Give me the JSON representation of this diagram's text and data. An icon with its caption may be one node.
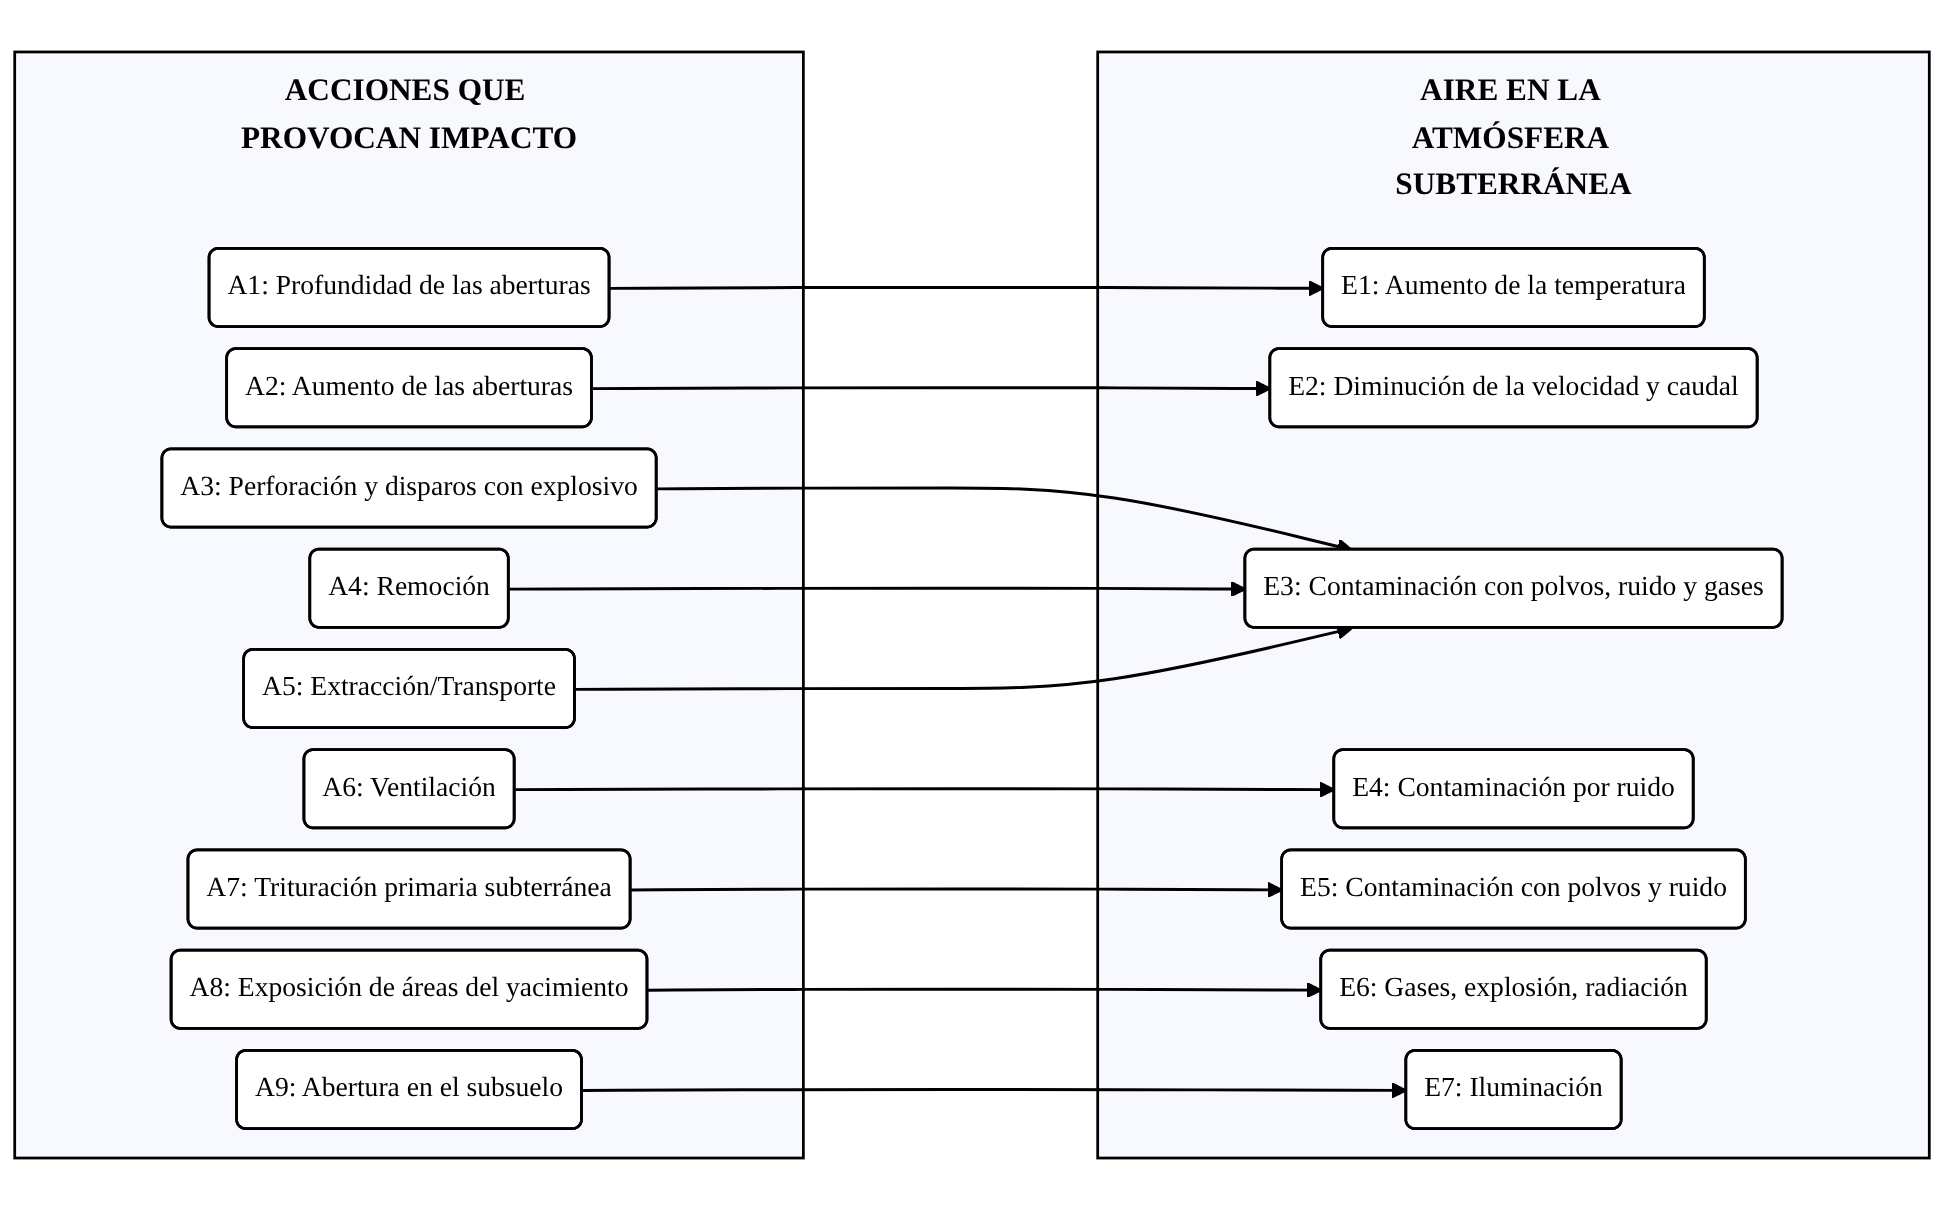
{
  "diagram": {
    "nodes": [
      {
        "text": [
          "ACCIONES QUE PROVOCAN IMPACTO"
        ]
      },
      {
        "text": [
          "A1: Profundidad de las aberturas"
        ],
        "in": 0
      },
      {
        "text": [
          "A2: Aumento de las aberturas"
        ],
        "in": 0
      },
      {
        "text": [
          "A3: Perforación y disparos con explosivo"
        ],
        "in": 0
      },
      {
        "text": [
          "A4: Remoción"
        ],
        "in": 0
      },
      {
        "text": [
          "A5: Extracción/Transporte"
        ],
        "in": 0
      },
      {
        "text": [
          "A6: Ventilación"
        ],
        "in": 0
      },
      {
        "text": [
          "A7: Trituración primaria subterránea"
        ],
        "in": 0
      },
      {
        "text": [
          "A8: Exposición de áreas del yacimiento"
        ],
        "in": 0
      },
      {
        "text": [
          "A9: Abertura en el subsuelo"
        ],
        "in": 0
      },
      {
        "text": [
          "AIRE EN LA ATMÓSFERA SUBTERRÁNEA"
        ]
      },
      {
        "text": [
          "E1: Aumento de la temperatura"
        ],
        "in": 10
      },
      {
        "text": [
          "E2: Diminución de la velocidad y caudal"
        ],
        "in": 10
      },
      {
        "text": [
          "E3: Contaminación con polvos, ruido y gases"
        ],
        "in": 10
      },
      {
        "text": [
          "E4: Contaminación por ruido"
        ],
        "in": 10
      },
      {
        "text": [
          "E5: Contaminación con polvos  y ruido"
        ],
        "in": 10
      },
      {
        "text": [
          "E6: Gases, explosión, radiación"
        ],
        "in": 10
      },
      {
        "text": [
          "E7: Iluminación"
        ],
        "in": 10
      }
    ],
    "edges": [
      {
        "from": 1,
        "to": 11,
        "arrow": "to"
      },
      {
        "from": 2,
        "to": 12,
        "arrow": "to"
      },
      {
        "from": 3,
        "to": 13,
        "arrow": "to"
      },
      {
        "from": 4,
        "to": 13,
        "arrow": "to"
      },
      {
        "from": 5,
        "to": 13,
        "arrow": "to"
      },
      {
        "from": 6,
        "to": 14,
        "arrow": "to"
      },
      {
        "from": 7,
        "to": 15,
        "arrow": "to"
      },
      {
        "from": 8,
        "to": 16,
        "arrow": "to"
      },
      {
        "from": 9,
        "to": 17,
        "arrow": "to"
      }
    ]
  }
}
